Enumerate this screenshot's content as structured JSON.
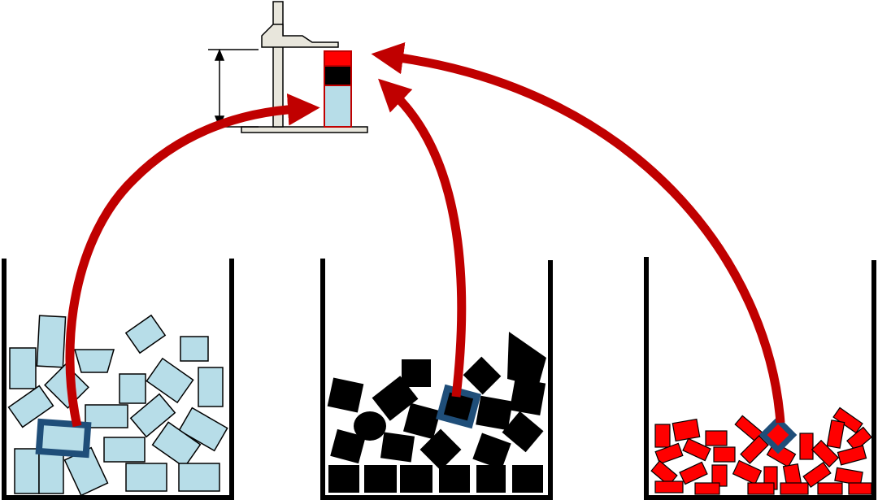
{
  "colors": {
    "background": "#ffffff",
    "arrow": "#c00000",
    "stack_light_blue": "#b7dde8",
    "stack_black": "#000000",
    "stack_red": "#ff0000",
    "bin_outline": "#000000",
    "highlight_frame": "#1f4e79",
    "stand": "#e8e6dc"
  },
  "bins": [
    {
      "id": "light-blue-bin",
      "fill": "#b7dde8"
    },
    {
      "id": "black-bin",
      "fill": "#000000"
    },
    {
      "id": "red-bin",
      "fill": "#ff0000"
    }
  ],
  "sample_stack": [
    {
      "layer": "top",
      "color": "#ff0000"
    },
    {
      "layer": "middle",
      "color": "#000000"
    },
    {
      "layer": "bottom",
      "color": "#b7dde8"
    }
  ],
  "icons": [
    "stand-icon",
    "height-dimension-icon",
    "sample-stack-icon",
    "arrow-icon",
    "bin-icon",
    "highlight-frame-icon"
  ]
}
